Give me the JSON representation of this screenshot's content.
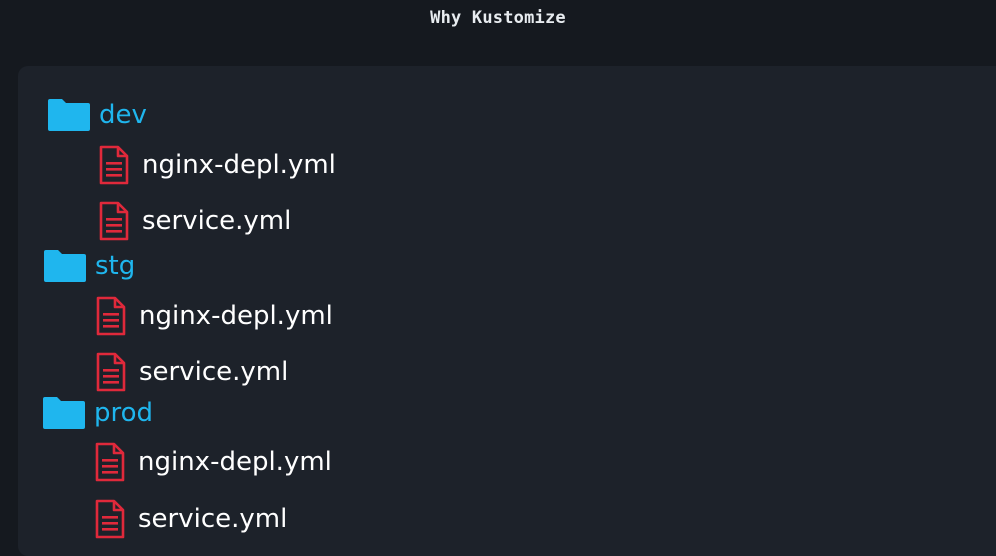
{
  "window": {
    "title": "Why Kustomize"
  },
  "tree": {
    "folders": [
      {
        "name": "dev",
        "files": [
          "nginx-depl.yml",
          "service.yml"
        ]
      },
      {
        "name": "stg",
        "files": [
          "nginx-depl.yml",
          "service.yml"
        ]
      },
      {
        "name": "prod",
        "files": [
          "nginx-depl.yml",
          "service.yml"
        ]
      }
    ]
  },
  "colors": {
    "background": "#15191f",
    "panel": "#1d222a",
    "folder": "#1fb6ee",
    "file_icon": "#e0293b",
    "file_text": "#ffffff"
  },
  "icons": {
    "folder": "folder-icon",
    "file": "document-icon"
  }
}
